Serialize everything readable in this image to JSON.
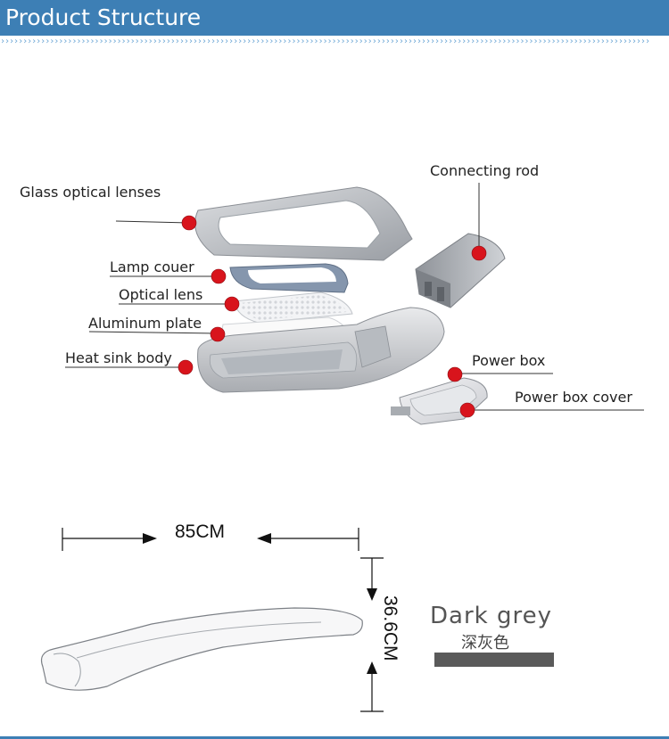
{
  "header": {
    "title": "Product Structure",
    "chevrons": "›››››››››››››››››››››››››››››››››››››››››››››››››››››››››››››››››››››››››››››››››››››››››››››››››››››››››››››››››››››››››››››››››››››››››››››››››"
  },
  "labels": {
    "glass_optical_lenses": "Glass optical lenses",
    "connecting_rod": "Connecting rod",
    "lamp_cover": "Lamp couer",
    "optical_lens": "Optical lens",
    "aluminum_plate": "Aluminum plate",
    "heat_sink_body": "Heat sink body",
    "power_box": "Power box",
    "power_box_cover": "Power box cover"
  },
  "dimensions": {
    "length": "85CM",
    "height": "36.6CM"
  },
  "color": {
    "name": "Dark grey",
    "name_cn": "深灰色",
    "swatch": "#5a5a5a"
  },
  "colors": {
    "header": "#3d7fb5",
    "marker": "#d8141c"
  }
}
